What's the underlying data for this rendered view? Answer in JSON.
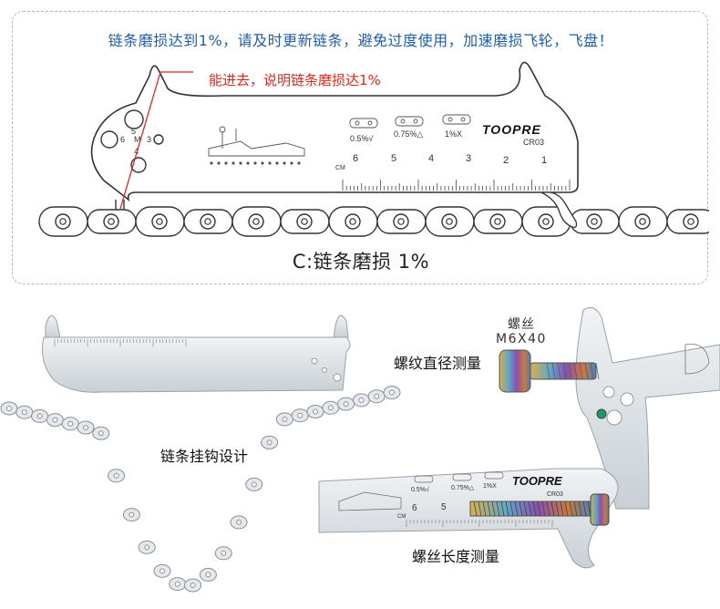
{
  "header": {
    "headline": "链条磨损达到1%，请及时更新链条，避免过度使用，加速磨损飞轮，飞盘！",
    "callout": "能进去，说明链条磨损达1%",
    "caption": "C:链条磨损 1%"
  },
  "tool": {
    "brand": "TOOPRE",
    "model": "CR03",
    "unit": "CM",
    "scale_numbers": [
      "6",
      "5",
      "4",
      "3",
      "2",
      "1"
    ],
    "wear_labels": [
      "0.5%√",
      "0.75%△",
      "1%X"
    ],
    "hole_labels": [
      "5",
      "6",
      "M",
      "3",
      "4"
    ]
  },
  "photos": {
    "hook_label": "链条挂钩设计",
    "thread_label": "螺纹直径测量",
    "length_label": "螺丝长度测量",
    "bolt_title": "螺丝",
    "bolt_size": "M6X40"
  },
  "colors": {
    "headline_blue": "#1f5ea8",
    "callout_red": "#e0261c",
    "steel": "#dde2e6"
  }
}
